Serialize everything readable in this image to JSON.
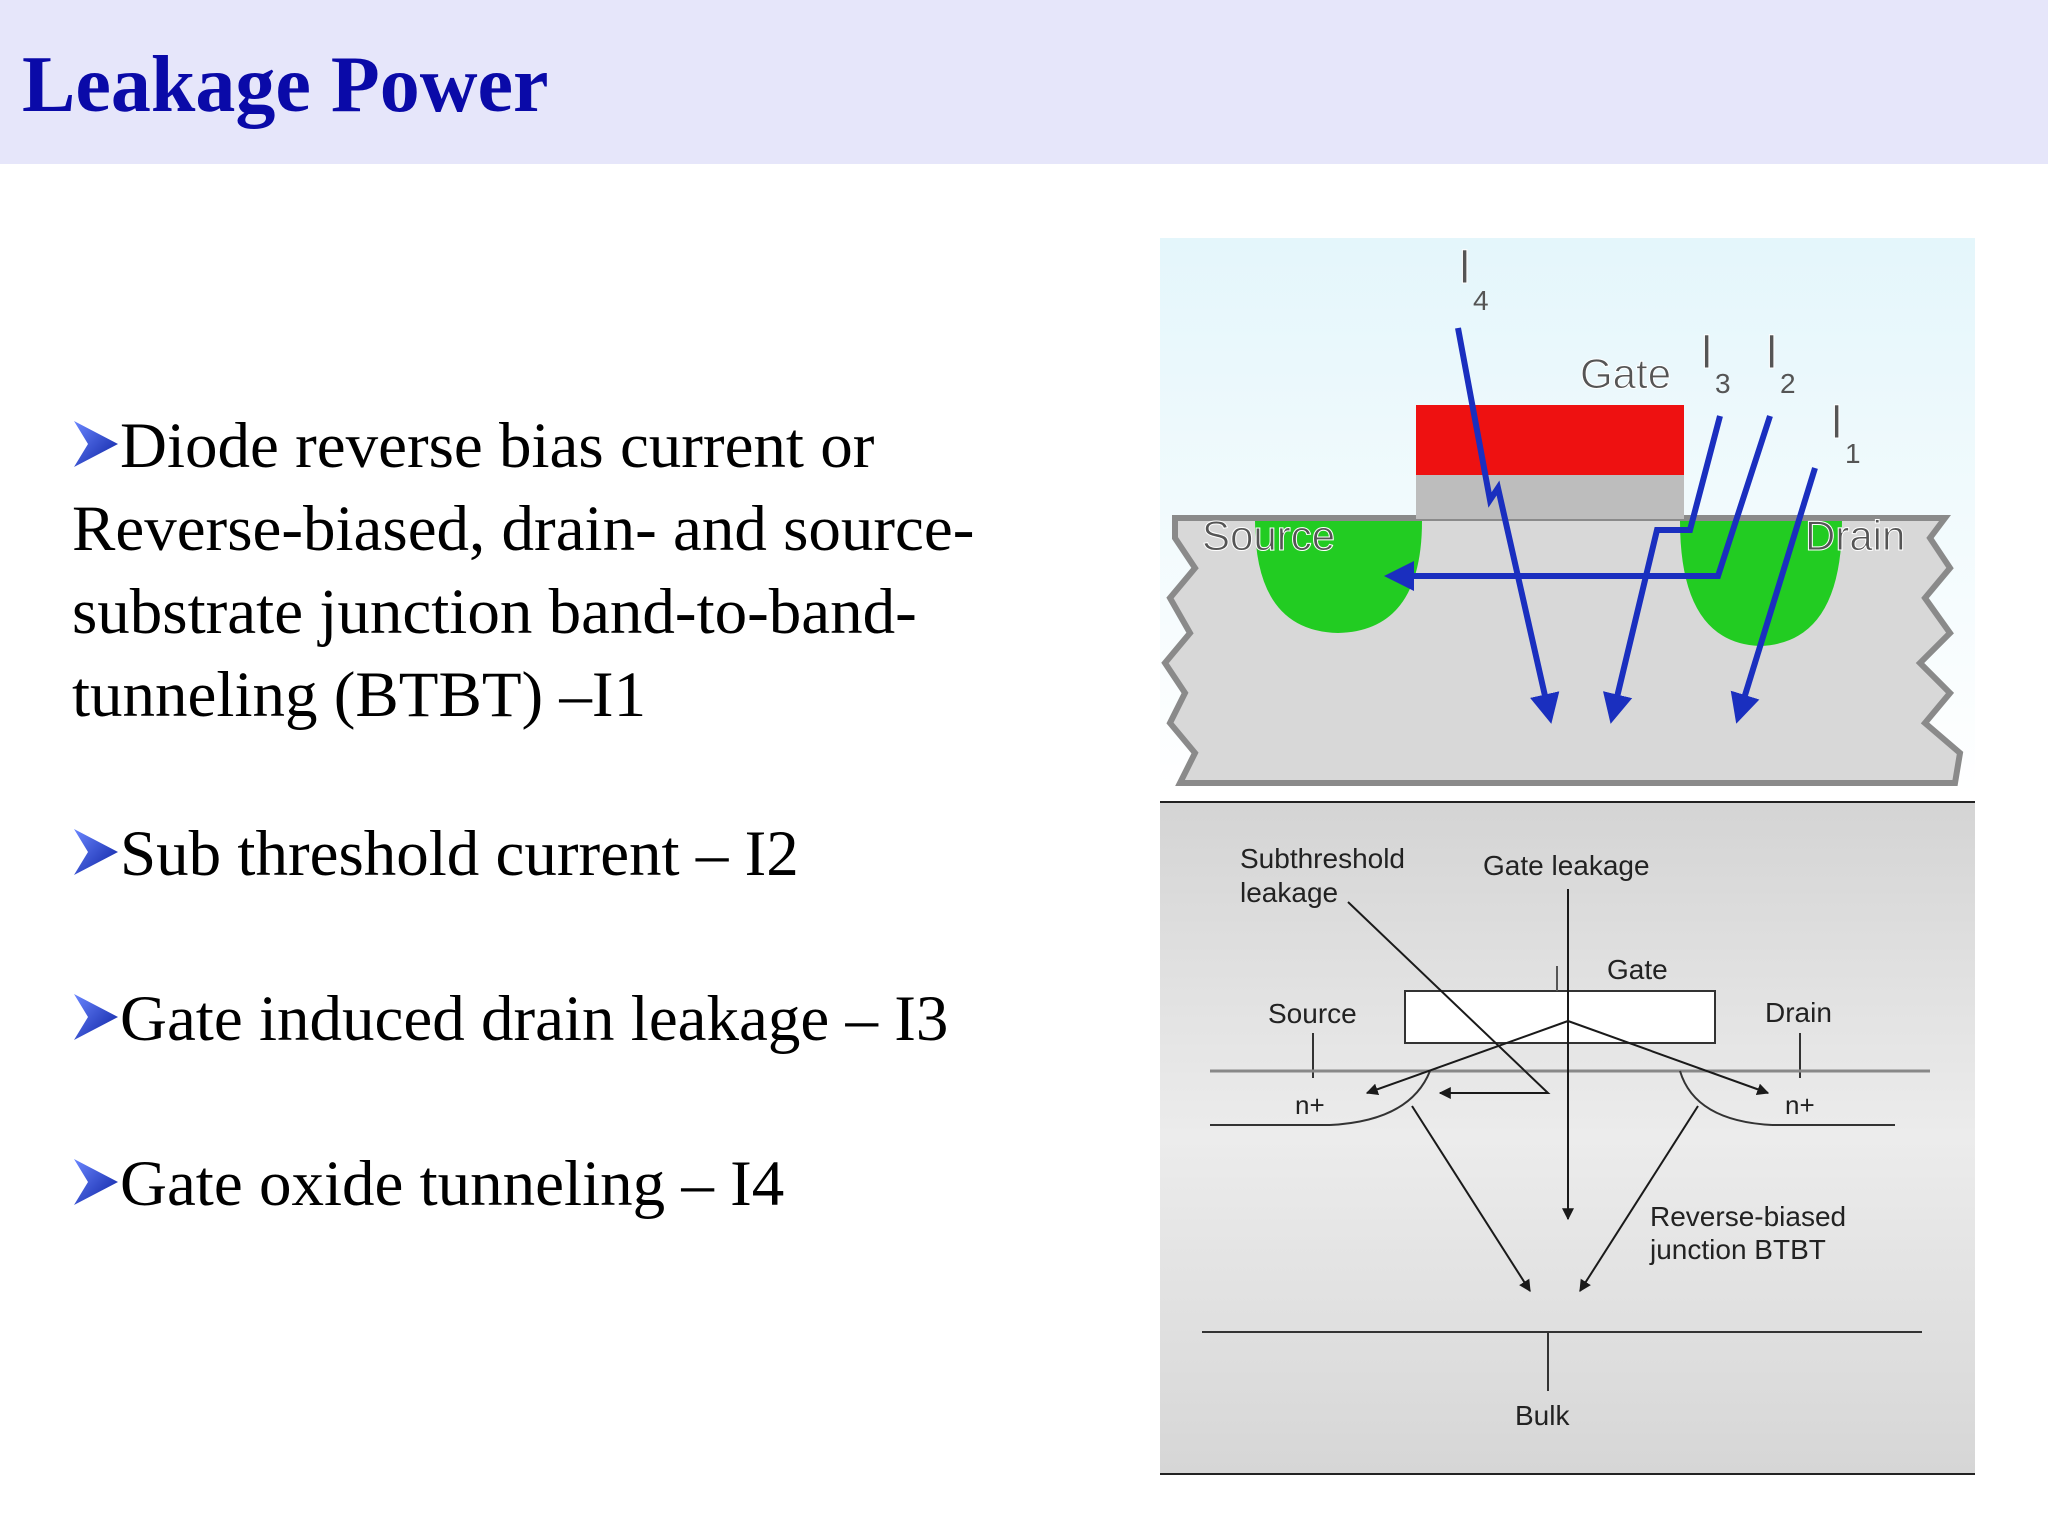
{
  "title": "Leakage Power",
  "bullets": [
    {
      "icon": "arrow-bullet-icon",
      "text": "Diode reverse bias current or Reverse-biased, drain- and source-substrate junction band-to-band-tunneling (BTBT) –I1"
    },
    {
      "icon": "arrow-bullet-icon",
      "text": "Sub threshold current – I2"
    },
    {
      "icon": "arrow-bullet-icon",
      "text": "Gate induced drain leakage – I3"
    },
    {
      "icon": "arrow-bullet-icon",
      "text": "Gate oxide tunneling – I4"
    }
  ],
  "figure_top": {
    "gate": "Gate",
    "source": "Source",
    "drain": "Drain",
    "current_labels": [
      "I",
      "4",
      "I",
      "3",
      "I",
      "2",
      "I",
      "1"
    ]
  },
  "figure_bottom": {
    "subthreshold_1": "Subthreshold",
    "subthreshold_2": "leakage",
    "gate_leakage": "Gate leakage",
    "gate": "Gate",
    "source": "Source",
    "drain": "Drain",
    "n_plus_left": "n+",
    "n_plus_right": "n+",
    "reverse_1": "Reverse-biased",
    "reverse_2": "junction BTBT",
    "bulk": "Bulk"
  },
  "colors": {
    "title": "#0a0aa8",
    "title_bar": "#e6e6fa",
    "gate_poly": "#ee1111",
    "diffusion": "#22cc22",
    "arrows": "#1a2fbf"
  }
}
